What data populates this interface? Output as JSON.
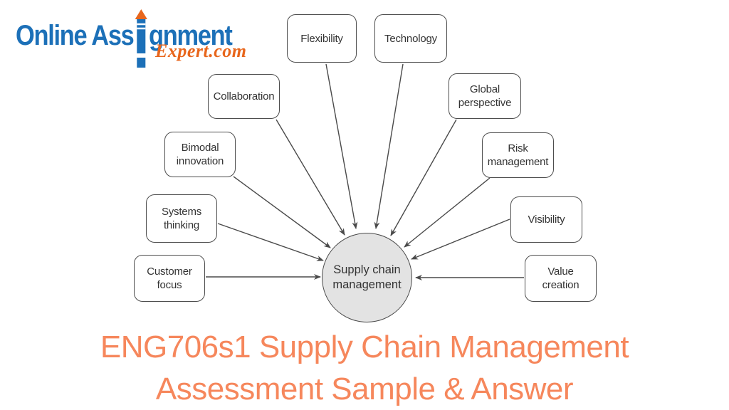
{
  "logo": {
    "part1": "Online Ass",
    "part2": "gnment",
    "tagline": "Expert.com",
    "colors": {
      "blue": "#1c70b8",
      "orange": "#e8661c"
    }
  },
  "diagram": {
    "center": {
      "label": "Supply chain\nmanagement"
    },
    "nodes": [
      {
        "id": "flexibility",
        "label": "Flexibility"
      },
      {
        "id": "technology",
        "label": "Technology"
      },
      {
        "id": "collaboration",
        "label": "Collaboration"
      },
      {
        "id": "global-perspective",
        "label": "Global\nperspective"
      },
      {
        "id": "bimodal-innovation",
        "label": "Bimodal\ninnovation"
      },
      {
        "id": "risk-management",
        "label": "Risk\nmanagement"
      },
      {
        "id": "systems-thinking",
        "label": "Systems\nthinking"
      },
      {
        "id": "visibility",
        "label": "Visibility"
      },
      {
        "id": "customer-focus",
        "label": "Customer\nfocus"
      },
      {
        "id": "value-creation",
        "label": "Value\ncreation"
      }
    ],
    "colors": {
      "box_border": "#4d4d4d",
      "box_text": "#333333",
      "circle_fill": "#e3e3e3",
      "line": "#4a4a4a"
    }
  },
  "title": {
    "line1": "ENG706s1 Supply Chain Management",
    "line2": "Assessment Sample & Answer",
    "color": "#f6875c"
  }
}
